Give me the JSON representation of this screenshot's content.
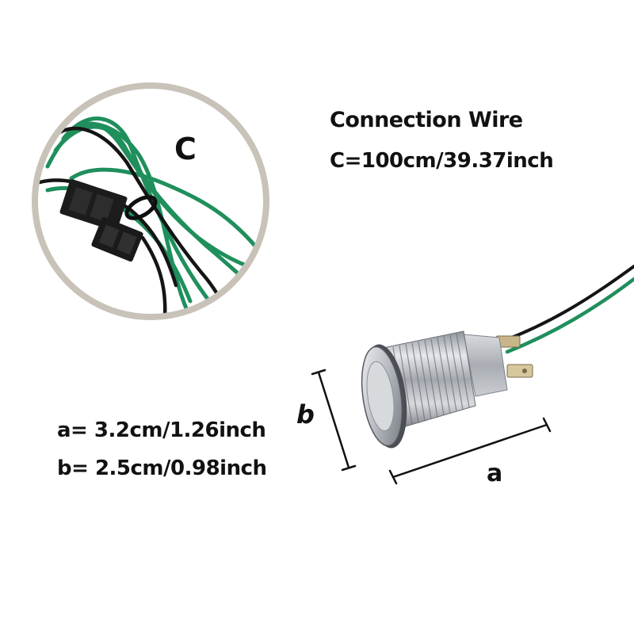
{
  "product": {
    "heading": "Connection Wire",
    "wire_length": "C=100cm/39.37inch",
    "dimension_a": "a= 3.2cm/1.26inch",
    "dimension_b": "b= 2.5cm/0.98inch"
  },
  "callouts": {
    "c": "C",
    "a": "a",
    "b": "b"
  },
  "colors": {
    "wire_green": "#1f8f5c",
    "wire_black": "#151515",
    "inset_ring": "#c8c2b8",
    "metal": "#b9bcc2"
  }
}
